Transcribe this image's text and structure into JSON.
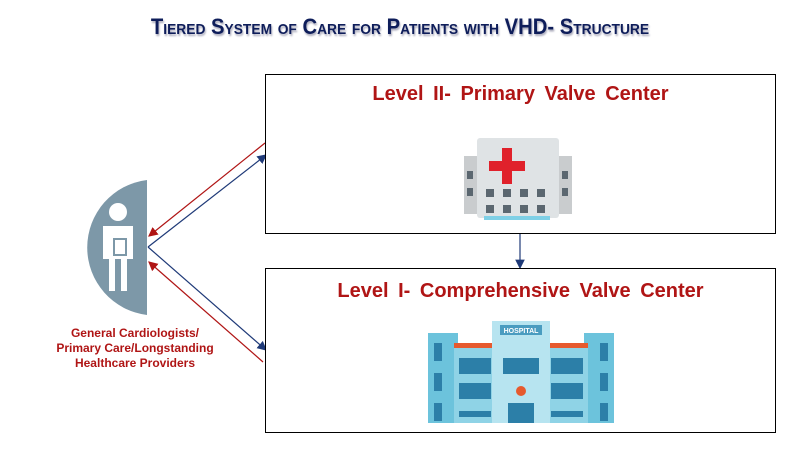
{
  "title": "Tiered System of Care for Patients with VHD- Structure",
  "level2": {
    "title": "Level II- Primary Valve Center",
    "icon": "hospital-icon"
  },
  "level1": {
    "title": "Level I- Comprehensive Valve Center",
    "icon": "large-hospital-icon",
    "sign": "HOSPITAL"
  },
  "provider": {
    "label_lines": [
      "General Cardiologists/",
      "Primary Care/Longstanding",
      "Healthcare Providers"
    ],
    "icon": "doctor-icon"
  },
  "colors": {
    "title": "#0e1d5a",
    "accent_red": "#b01515",
    "arrow_blue": "#1f3a78",
    "badge": "#7d98a8"
  }
}
